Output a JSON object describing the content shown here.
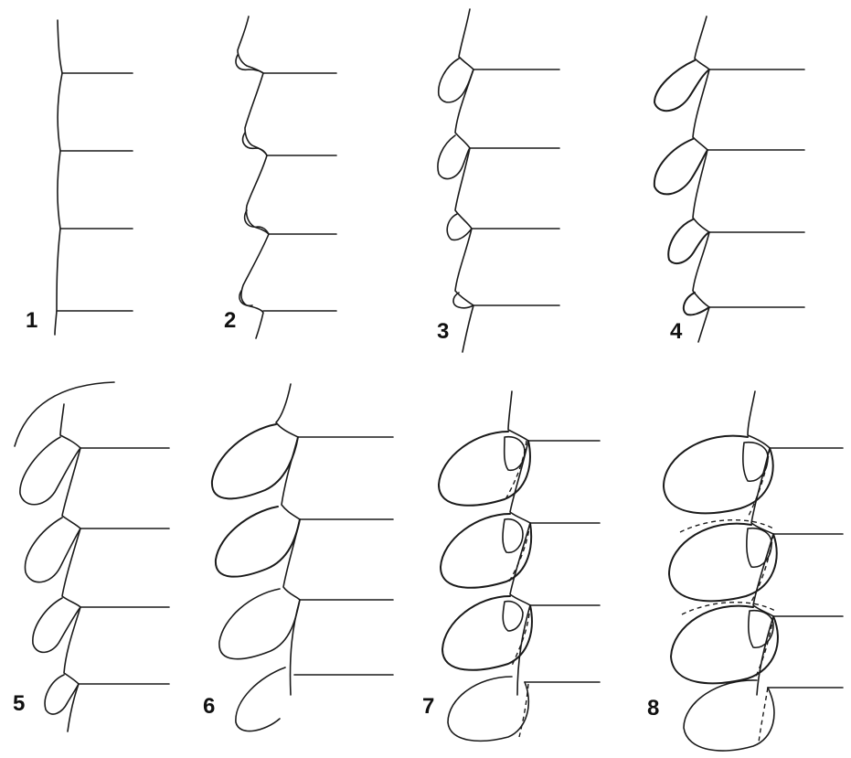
{
  "figure": {
    "background": "#ffffff",
    "ink_color": "#1a1a1a",
    "stages": [
      {
        "label": "1"
      },
      {
        "label": "2"
      },
      {
        "label": "3"
      },
      {
        "label": "4"
      },
      {
        "label": "5"
      },
      {
        "label": "6"
      },
      {
        "label": "7"
      },
      {
        "label": "8"
      }
    ]
  }
}
